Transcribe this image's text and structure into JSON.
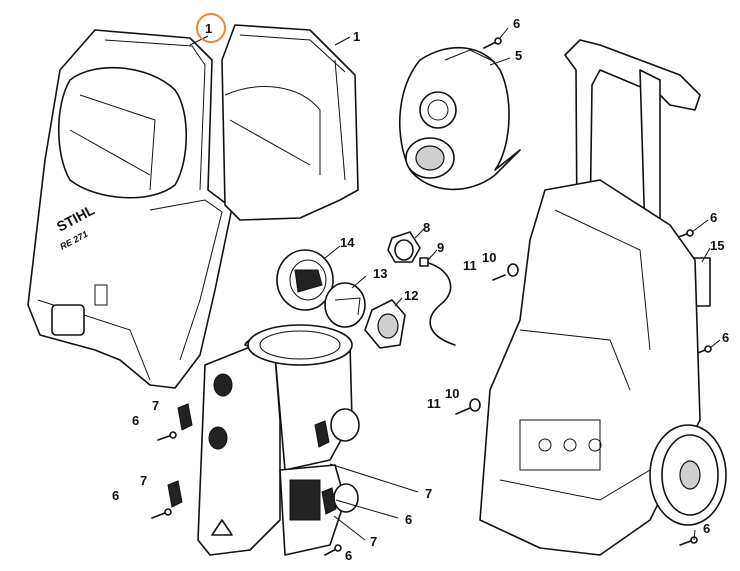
{
  "branding": {
    "brand": "STIHL",
    "model": "RE 271"
  },
  "highlight": {
    "label": "1",
    "color": "#e08a3c"
  },
  "labels": [
    {
      "id": "l1a",
      "text": "1"
    },
    {
      "id": "l1b",
      "text": "1"
    },
    {
      "id": "l6a",
      "text": "6"
    },
    {
      "id": "l5",
      "text": "5"
    },
    {
      "id": "l6b",
      "text": "6"
    },
    {
      "id": "l15",
      "text": "15"
    },
    {
      "id": "l6c",
      "text": "6"
    },
    {
      "id": "l14",
      "text": "14"
    },
    {
      "id": "l8",
      "text": "8"
    },
    {
      "id": "l9",
      "text": "9"
    },
    {
      "id": "l10a",
      "text": "10"
    },
    {
      "id": "l11a",
      "text": "11"
    },
    {
      "id": "l13",
      "text": "13"
    },
    {
      "id": "l12",
      "text": "12"
    },
    {
      "id": "l10b",
      "text": "10"
    },
    {
      "id": "l11b",
      "text": "11"
    },
    {
      "id": "l7a",
      "text": "7"
    },
    {
      "id": "l6d",
      "text": "6"
    },
    {
      "id": "l7b",
      "text": "7"
    },
    {
      "id": "l6e",
      "text": "6"
    },
    {
      "id": "l7c",
      "text": "7"
    },
    {
      "id": "l6f",
      "text": "6"
    },
    {
      "id": "l7d",
      "text": "7"
    },
    {
      "id": "l6g",
      "text": "6"
    },
    {
      "id": "l6h",
      "text": "6"
    }
  ]
}
